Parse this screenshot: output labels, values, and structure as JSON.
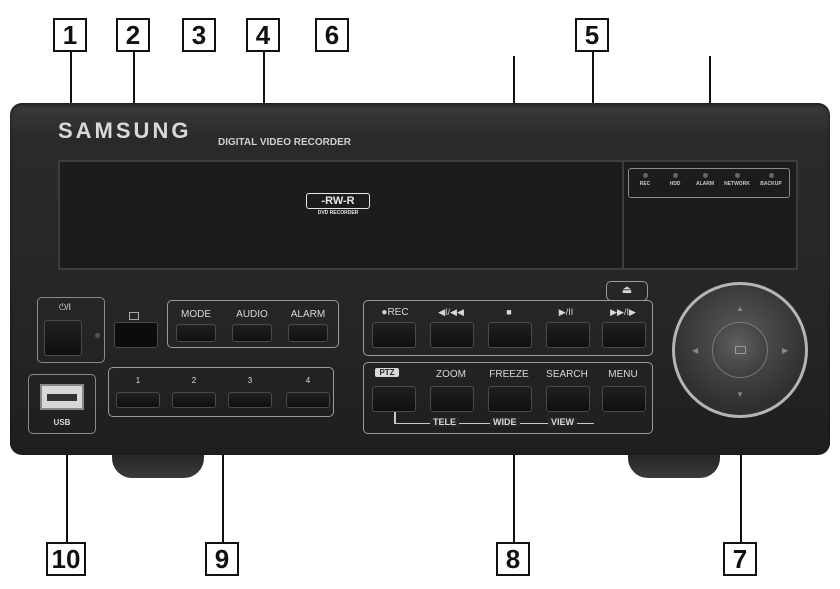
{
  "callouts": {
    "c1": "1",
    "c2": "2",
    "c3": "3",
    "c4": "4",
    "c5": "5",
    "c6": "6",
    "c7": "7",
    "c8": "8",
    "c9": "9",
    "c10": "10"
  },
  "device": {
    "brand": "SAMSUNG",
    "model_text": "DIGITAL VIDEO RECORDER",
    "dvd_logo": "-RW-R",
    "dvd_logo_sub": "DVD RECORDER",
    "leds": [
      "REC",
      "HDD",
      "ALARM",
      "NETWORK",
      "BACKUP"
    ],
    "power_label": "⏻/I",
    "usb_label": "USB",
    "mode_group": [
      "MODE",
      "AUDIO",
      "ALARM"
    ],
    "channel_buttons": [
      "1",
      "2",
      "3",
      "4"
    ],
    "playback_buttons": [
      "●REC",
      "◀I/◀◀",
      "■",
      "▶/II",
      "▶▶/I▶"
    ],
    "eject_label": "⏏",
    "ptz_buttons": [
      "PTZ",
      "ZOOM",
      "FREEZE",
      "SEARCH",
      "MENU"
    ],
    "ptz_sublabels": [
      "TELE",
      "WIDE",
      "VIEW"
    ]
  },
  "colors": {
    "panel": "#262626",
    "text": "#d8d8d8",
    "callout_border": "#111111"
  }
}
